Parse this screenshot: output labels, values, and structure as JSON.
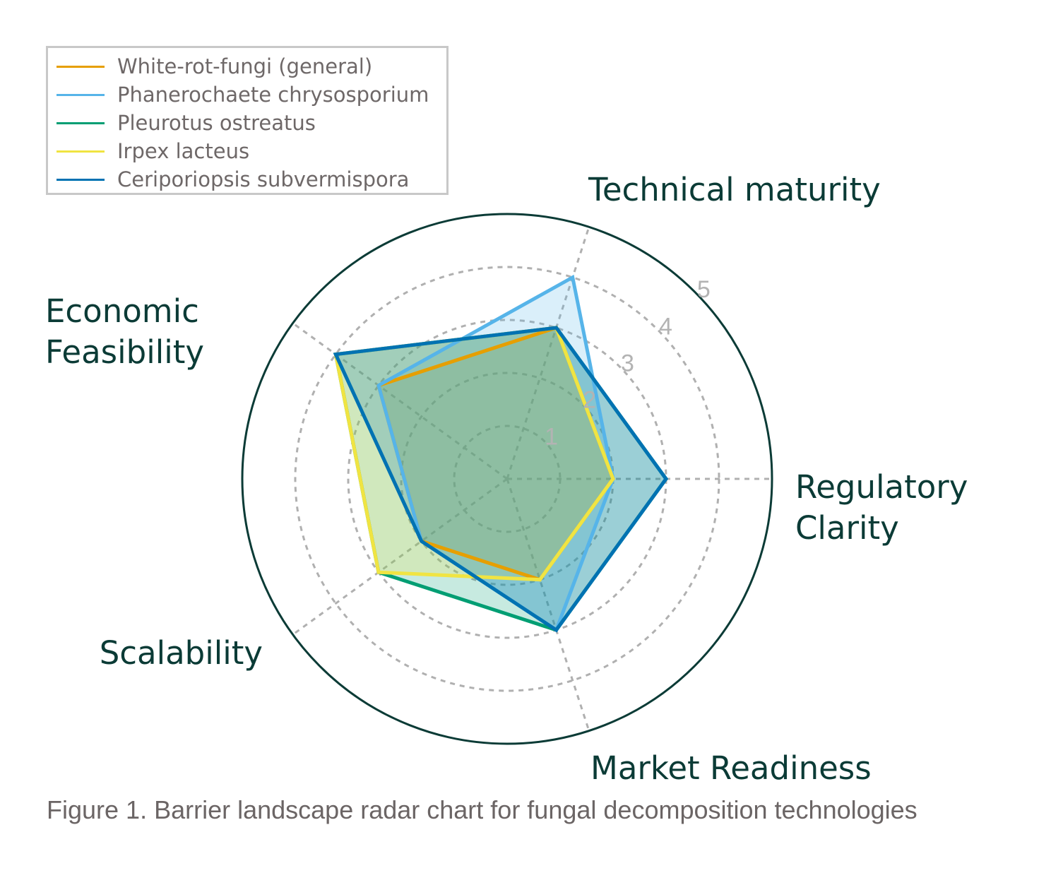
{
  "chart_data": {
    "type": "radar",
    "axes": [
      {
        "name": "Technical maturity",
        "lines": [
          "Technical maturity"
        ]
      },
      {
        "name": "Regulatory Clarity",
        "lines": [
          "Regulatory",
          "Clarity"
        ]
      },
      {
        "name": "Market Readiness",
        "lines": [
          "Market Readiness"
        ]
      },
      {
        "name": "Scalability",
        "lines": [
          "Scalability"
        ]
      },
      {
        "name": "Economic Feasibility",
        "lines": [
          "Economic",
          "Feasibility"
        ]
      }
    ],
    "rlim": [
      0,
      5
    ],
    "rticks": [
      "1",
      "2",
      "3",
      "4",
      "5"
    ],
    "grid": true,
    "legend_position": "top-left",
    "series": [
      {
        "name": "White-rot-fungi (general)",
        "color": "#E69F00",
        "values": [
          3,
          2,
          2,
          2,
          3
        ]
      },
      {
        "name": "Phanerochaete chrysosporium",
        "color": "#56B4E9",
        "values": [
          4,
          2,
          3,
          2,
          3
        ]
      },
      {
        "name": "Pleurotus ostreatus",
        "color": "#009E73",
        "values": [
          3,
          3,
          3,
          3,
          4
        ]
      },
      {
        "name": "Irpex lacteus",
        "color": "#F0E442",
        "values": [
          3,
          2,
          2,
          3,
          4
        ]
      },
      {
        "name": "Ceriporiopsis subvermispora",
        "color": "#0072B2",
        "values": [
          3,
          3,
          3,
          2,
          4
        ]
      }
    ]
  },
  "caption": "Figure 1. Barrier landscape radar chart for fungal decomposition technologies"
}
